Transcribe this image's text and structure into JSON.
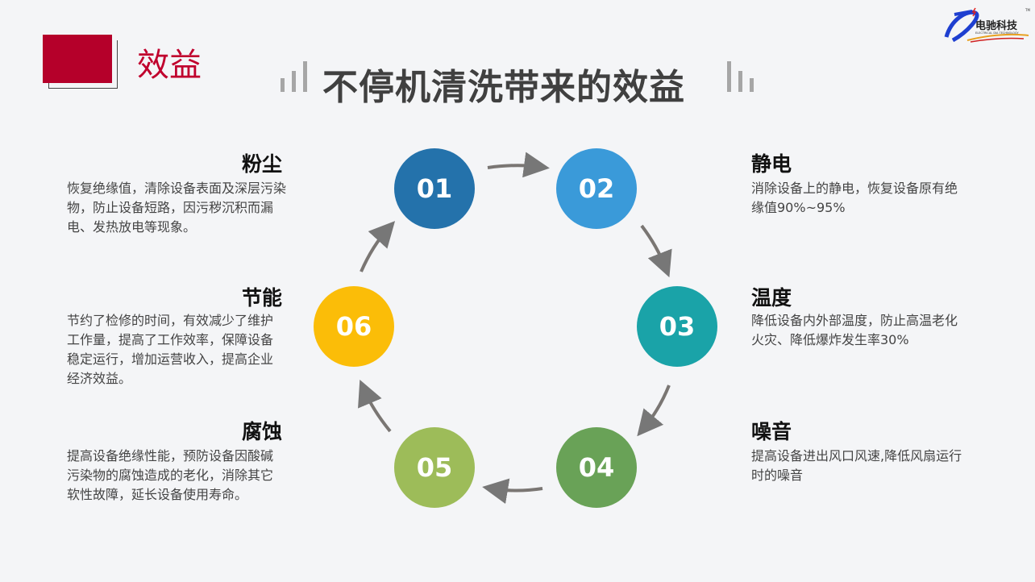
{
  "logo": {
    "text": "电驰科技",
    "subtext": "ELECTRICAL DIA TECHNOLOGY",
    "tm": "TM"
  },
  "section_label": "效益",
  "title": "不停机清洗带来的效益",
  "steps": [
    {
      "num": "01",
      "color": "#2472ab",
      "heading": "粉尘",
      "body": "恢复绝缘值，清除设备表面及深层污染物，防止设备短路，因污秽沉积而漏电、发热放电等现象。"
    },
    {
      "num": "02",
      "color": "#3a9ad9",
      "heading": "静电",
      "body": "消除设备上的静电，恢复设备原有绝缘值90%~95%"
    },
    {
      "num": "03",
      "color": "#1aa3a8",
      "heading": "温度",
      "body": "降低设备内外部温度，防止高温老化火灾、降低爆炸发生率30%"
    },
    {
      "num": "04",
      "color": "#69a257",
      "heading": "噪音",
      "body": "提高设备进出风口风速,降低风扇运行时的噪音"
    },
    {
      "num": "05",
      "color": "#9dbc59",
      "heading": "腐蚀",
      "body": "提高设备绝缘性能，预防设备因酸碱污染物的腐蚀造成的老化，消除其它软性故障，延长设备使用寿命。"
    },
    {
      "num": "06",
      "color": "#fbbd08",
      "heading": "节能",
      "body": "节约了检修的时间，有效减少了维护工作量，提高了工作效率，保障设备稳定运行，增加运营收入，提高企业经济效益。"
    }
  ]
}
